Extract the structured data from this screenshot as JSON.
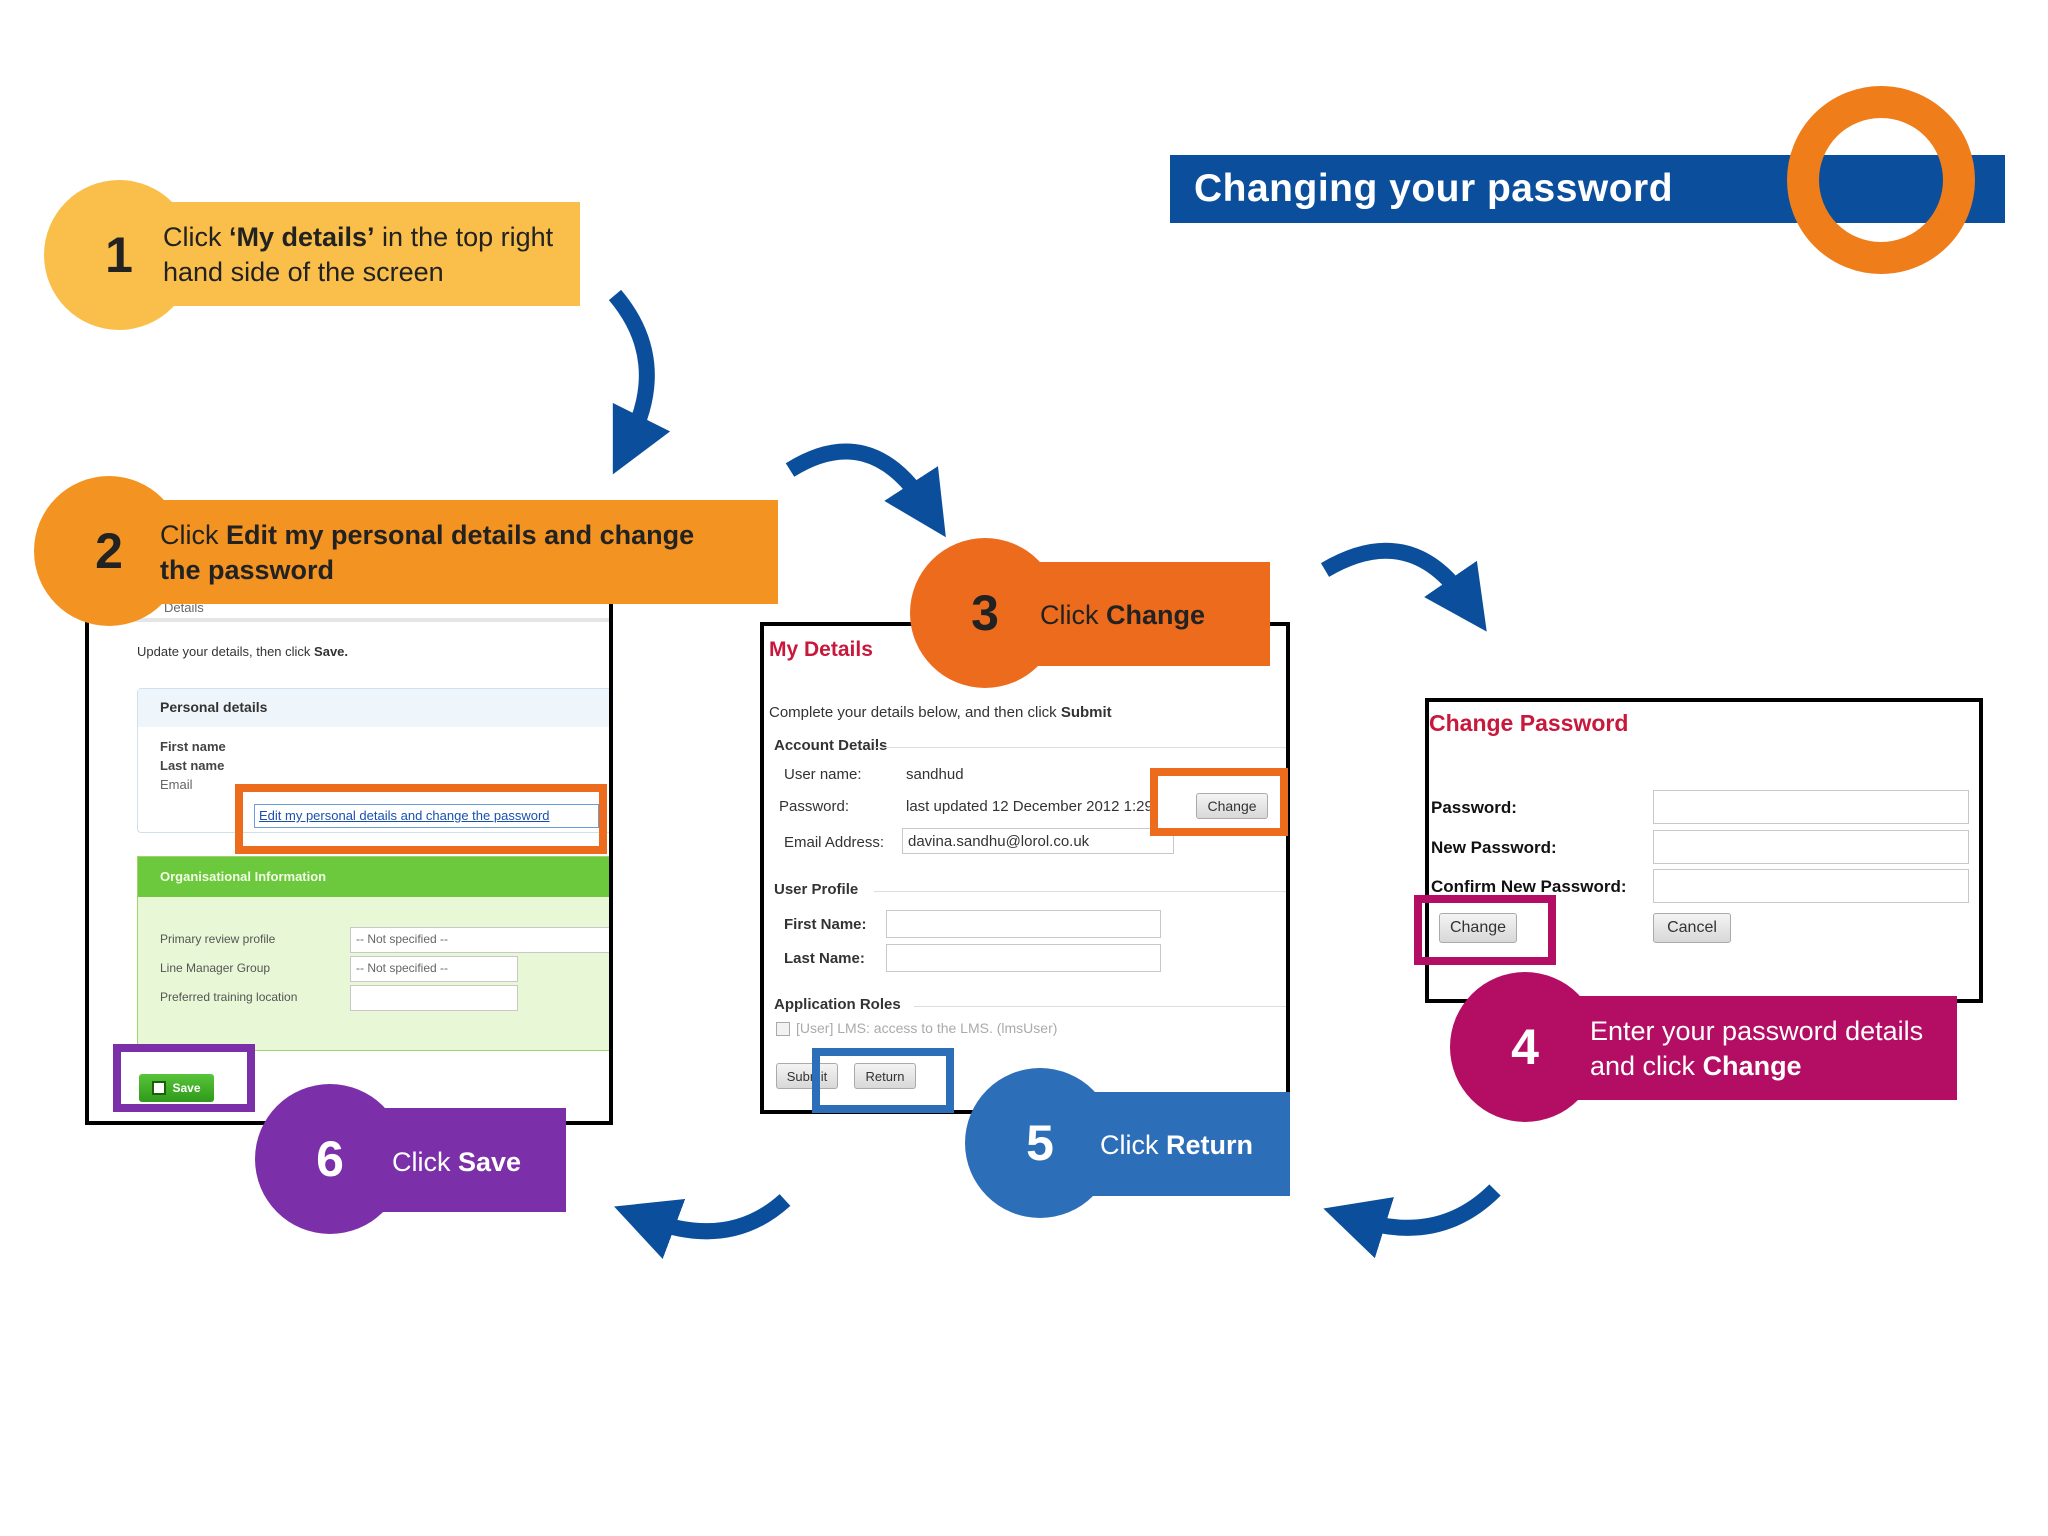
{
  "title": "Changing your password",
  "colors": {
    "title_bar": "#0b4f9c",
    "ring": "#ee7d1a",
    "step1": "#f9bf4a",
    "step2": "#f39321",
    "step3": "#ec6b1c",
    "step4": "#b30e63",
    "step5": "#2d6eb8",
    "step6": "#7b2fa8",
    "arrow": "#0b4f9c"
  },
  "steps": [
    {
      "number": "1",
      "pre": "Click ",
      "bold": "‘My details’",
      "post": " in the top right",
      "line2": "hand side of the screen"
    },
    {
      "number": "2",
      "pre": "Click ",
      "bold": "Edit my personal details and change",
      "line2": "the password"
    },
    {
      "number": "3",
      "pre": "Click ",
      "bold": "Change"
    },
    {
      "number": "4",
      "line1": "Enter your password details",
      "line2_pre": "and click ",
      "bold": "Change"
    },
    {
      "number": "5",
      "pre": "Click ",
      "bold": "Return"
    },
    {
      "number": "6",
      "pre": "Click ",
      "bold": "Save"
    }
  ],
  "screen_a": {
    "crumb": "Details",
    "intro_pre": "Update your details, then click ",
    "intro_bold": "Save.",
    "personal_header": "Personal details",
    "first_name": "First name",
    "last_name": "Last name",
    "email": "Email",
    "edit_link": "Edit my personal details and change the password",
    "org_header": "Organisational Information",
    "rows": [
      {
        "label": "Primary review profile",
        "value": "-- Not specified --"
      },
      {
        "label": "Line Manager Group",
        "value": "-- Not specified --"
      },
      {
        "label": "Preferred training location",
        "value": ""
      }
    ],
    "save_label": "Save"
  },
  "screen_b": {
    "title": "My Details",
    "intro_pre": "Complete your details below, and then click ",
    "intro_bold": "Submit",
    "account_header": "Account Details",
    "user_label": "User name:",
    "user_value": "sandhud",
    "password_label": "Password:",
    "password_value": "last updated 12 December 2012 1:29",
    "change_label": "Change",
    "email_label": "Email Address:",
    "email_value": "davina.sandhu@lorol.co.uk",
    "profile_header": "User Profile",
    "first_label": "First Name:",
    "last_label": "Last Name:",
    "roles_header": "Application Roles",
    "role_item": "[User] LMS: access to the LMS. (lmsUser)",
    "submit_label": "Submit",
    "return_label": "Return"
  },
  "screen_c": {
    "title": "Change Password",
    "password_label": "Password:",
    "new_label": "New Password:",
    "confirm_label": "Confirm New Password:",
    "change_label": "Change",
    "cancel_label": "Cancel"
  }
}
